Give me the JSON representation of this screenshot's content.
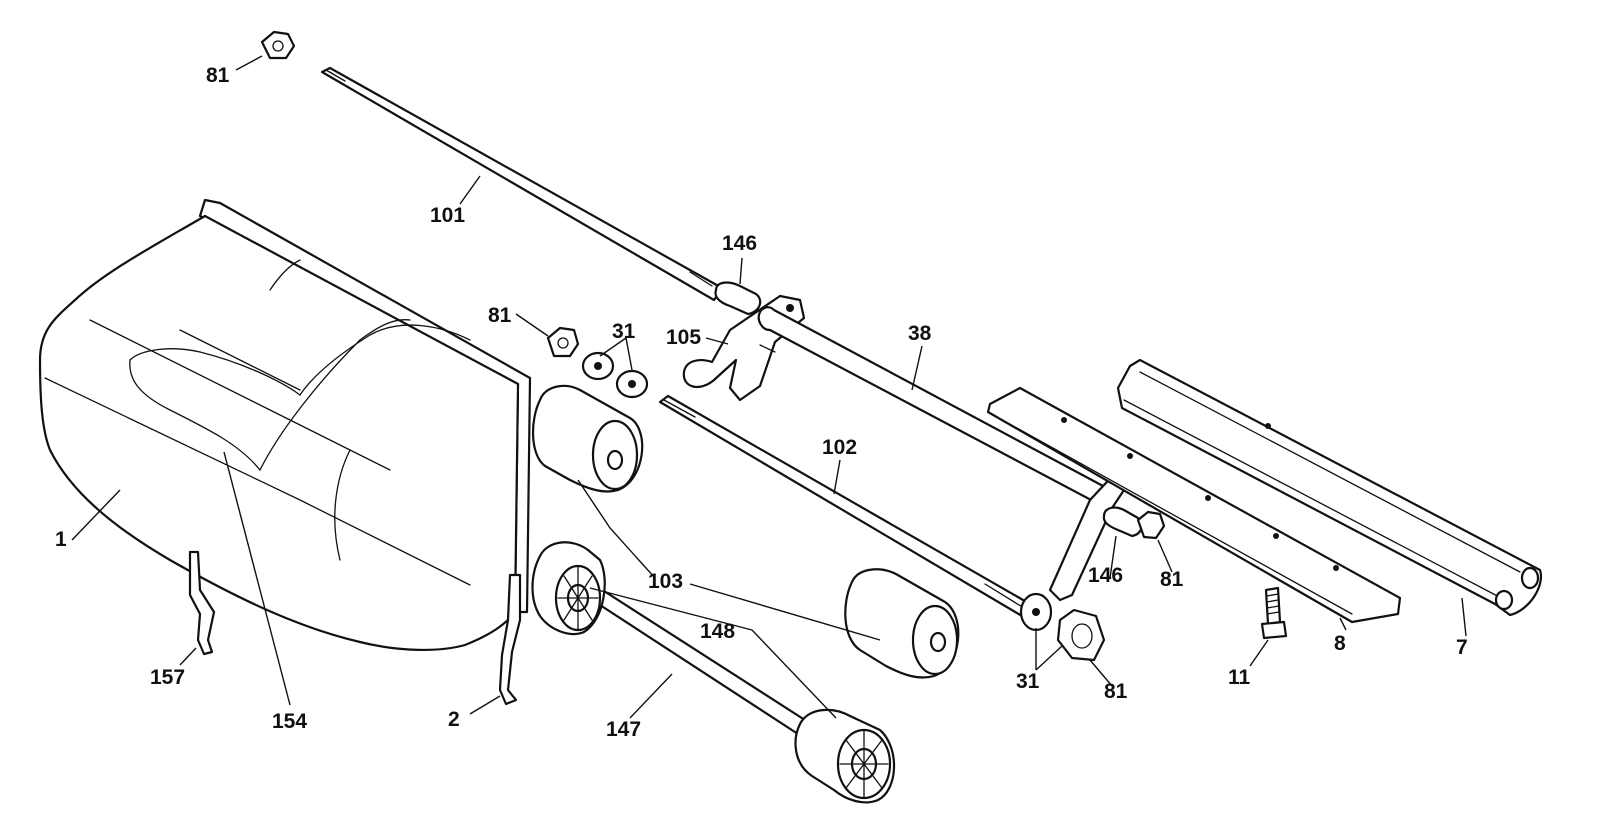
{
  "callouts": {
    "c81_top": "81",
    "c101": "101",
    "c146_top": "146",
    "c81_mid": "81",
    "c31_top": "31",
    "c105": "105",
    "c38": "38",
    "c102": "102",
    "c1": "1",
    "c103": "103",
    "c148": "148",
    "c146_right": "146",
    "c81_right": "81",
    "c157": "157",
    "c154": "154",
    "c2": "2",
    "c147": "147",
    "c31_bottom": "31",
    "c81_bottom": "81",
    "c11": "11",
    "c8": "8",
    "c7": "7"
  }
}
